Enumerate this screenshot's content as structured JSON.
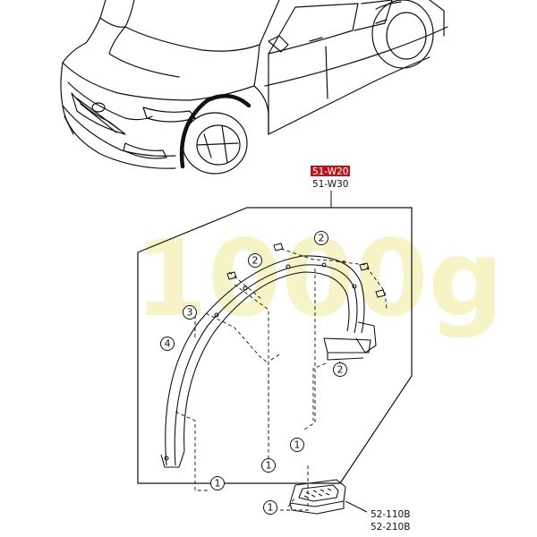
{
  "watermark": "1000g",
  "part_codes": {
    "primary": "51-W20",
    "secondary": "51-W30"
  },
  "bottom_codes": {
    "code_a": "52-110B",
    "code_b": "52-210B"
  },
  "callouts": {
    "c1": "1",
    "c2": "2",
    "c3": "3",
    "c4": "4"
  },
  "colors": {
    "line": "#111111",
    "highlight": "#b8161b",
    "watermark": "#f4efb4"
  }
}
